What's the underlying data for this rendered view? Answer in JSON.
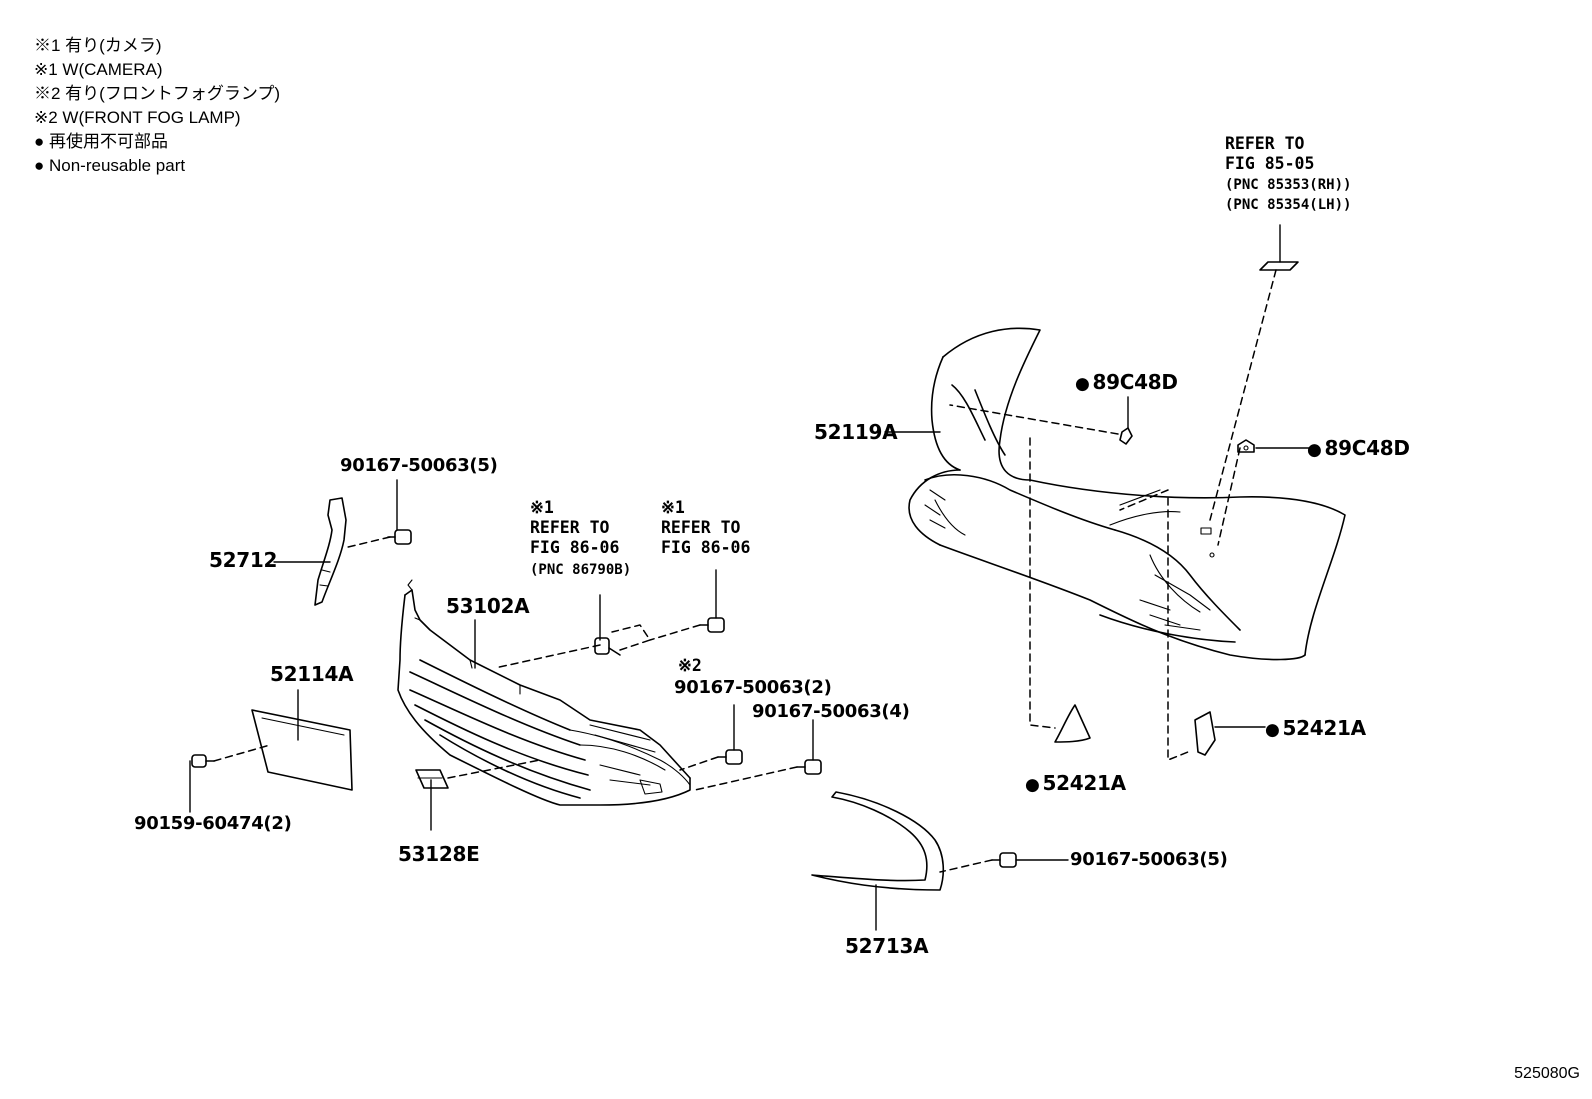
{
  "legend": [
    "※1 有り(カメラ)",
    "※1 W(CAMERA)",
    "※2 有り(フロントフォグランプ)",
    "※2 W(FRONT FOG LAMP)",
    "再使用不可部品",
    "Non-reusable part"
  ],
  "parts": {
    "p52119A": "52119A",
    "p89C48D_a": "89C48D",
    "p89C48D_b": "89C48D",
    "p52421A_a": "52421A",
    "p52421A_b": "52421A",
    "p52712": "52712",
    "p53102A": "53102A",
    "p52114A": "52114A",
    "p53128E": "53128E",
    "p52713A": "52713A",
    "p90167_5a": "90167-50063(5)",
    "p90167_2": "90167-50063(2)",
    "p90167_4": "90167-50063(4)",
    "p90167_5b": "90167-50063(5)",
    "p90159": "90159-60474(2)"
  },
  "refs": {
    "refer_85_05": "REFER TO\nFIG 85-05",
    "refer_85_05_pnc": "(PNC 85353(RH))\n(PNC 85354(LH))",
    "refer_86_06_a": "※1\nREFER TO\nFIG 86-06",
    "refer_86_06_a_pnc": "(PNC 86790B)",
    "refer_86_06_b": "※1\nREFER TO\nFIG 86-06",
    "mark_2": "※2"
  },
  "figure_id": "525080G"
}
